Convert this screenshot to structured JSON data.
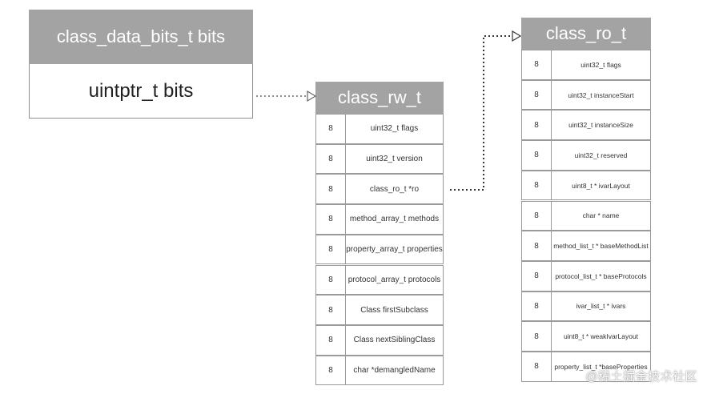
{
  "bits_box": {
    "title": "class_data_bits_t bits",
    "field": "uintptr_t bits"
  },
  "rw_table": {
    "title": "class_rw_t",
    "rows": [
      {
        "size": "8",
        "field": "uint32_t flags"
      },
      {
        "size": "8",
        "field": "uint32_t version"
      },
      {
        "size": "8",
        "field": "class_ro_t *ro"
      },
      {
        "size": "8",
        "field": "method_array_t methods"
      },
      {
        "size": "8",
        "field": "property_array_t properties"
      },
      {
        "size": "8",
        "field": "protocol_array_t protocols"
      },
      {
        "size": "8",
        "field": "Class firstSubclass"
      },
      {
        "size": "8",
        "field": "Class nextSiblingClass"
      },
      {
        "size": "8",
        "field": "char *demangledName"
      }
    ]
  },
  "ro_table": {
    "title": "class_ro_t",
    "rows": [
      {
        "size": "8",
        "field": "uint32_t flags"
      },
      {
        "size": "8",
        "field": "uint32_t instanceStart"
      },
      {
        "size": "8",
        "field": "uint32_t instanceSize"
      },
      {
        "size": "8",
        "field": "uint32_t reserved"
      },
      {
        "size": "8",
        "field": "uint8_t * ivarLayout"
      },
      {
        "size": "8",
        "field": "char * name"
      },
      {
        "size": "8",
        "field": "method_list_t * baseMethodList"
      },
      {
        "size": "8",
        "field": "protocol_list_t * baseProtocols"
      },
      {
        "size": "8",
        "field": "ivar_list_t * ivars"
      },
      {
        "size": "8",
        "field": "uint8_t * weakIvarLayout"
      },
      {
        "size": "8",
        "field": "property_list_t *baseProperties"
      }
    ]
  },
  "watermark": "@稀土掘金技术社区",
  "colors": {
    "header_bg": "#a3a3a3",
    "header_text": "#ffffff",
    "border": "#9a9a9a",
    "arrow": "#555555"
  }
}
